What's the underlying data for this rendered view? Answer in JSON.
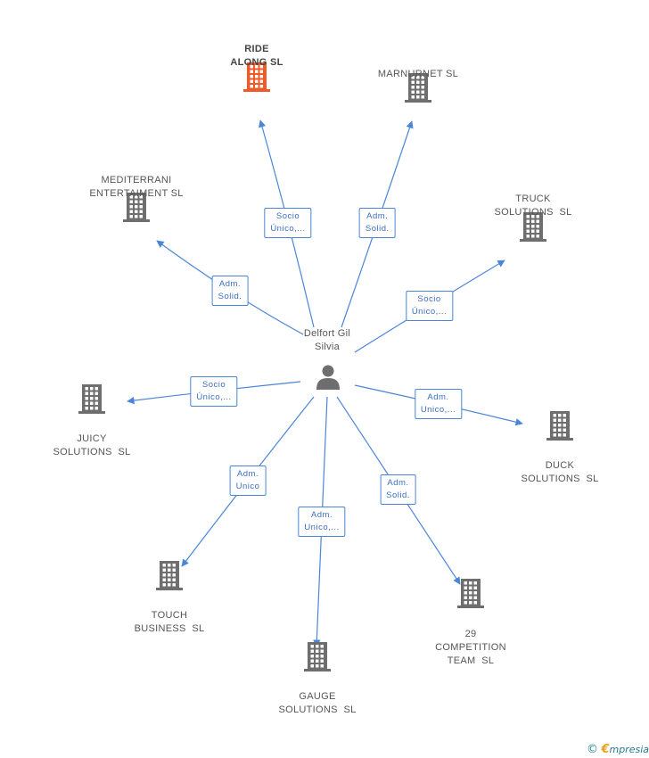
{
  "center": {
    "label_line1": "Delfort Gil",
    "label_line2": "Silvia",
    "icon": "person-icon"
  },
  "companies": [
    {
      "id": "ride-along",
      "label": "RIDE\nALONG SL",
      "highlight": true,
      "role_line1": "Socio",
      "role_line2": "Único,...",
      "color": "#f05a28"
    },
    {
      "id": "marnurnet",
      "label": "MARNURNET SL",
      "highlight": false,
      "role_line1": "Adm.",
      "role_line2": "Solid.",
      "color": "#6e6e6e"
    },
    {
      "id": "mediterrani",
      "label": "MEDITERRANI\nENTERTAIMENT SL",
      "highlight": false,
      "role_line1": "Adm.",
      "role_line2": "Solid.",
      "color": "#6e6e6e"
    },
    {
      "id": "truck",
      "label": "TRUCK\nSOLUTIONS  SL",
      "highlight": false,
      "role_line1": "Socio",
      "role_line2": "Único,...",
      "color": "#6e6e6e"
    },
    {
      "id": "juicy",
      "label": "JUICY\nSOLUTIONS  SL",
      "highlight": false,
      "role_line1": "Socio",
      "role_line2": "Único,...",
      "color": "#6e6e6e"
    },
    {
      "id": "duck",
      "label": "DUCK\nSOLUTIONS  SL",
      "highlight": false,
      "role_line1": "Adm.",
      "role_line2": "Unico,...",
      "color": "#6e6e6e"
    },
    {
      "id": "touch",
      "label": "TOUCH\nBUSINESS  SL",
      "highlight": false,
      "role_line1": "Adm.",
      "role_line2": "Unico",
      "color": "#6e6e6e"
    },
    {
      "id": "gauge",
      "label": "GAUGE\nSOLUTIONS  SL",
      "highlight": false,
      "role_line1": "Adm.",
      "role_line2": "Unico,...",
      "color": "#6e6e6e"
    },
    {
      "id": "competition",
      "label": "29\nCOMPETITION\nTEAM  SL",
      "highlight": false,
      "role_line1": "Adm.",
      "role_line2": "Solid.",
      "color": "#6e6e6e"
    }
  ],
  "colors": {
    "edge": "#4a86d8",
    "label_border": "#4a86d8",
    "label_text": "#3a6fbf",
    "node_gray": "#6e6e6e",
    "node_highlight": "#f05a28"
  },
  "footer": {
    "copyright": "©",
    "brand_initial": "€",
    "brand_rest": "mpresia"
  }
}
